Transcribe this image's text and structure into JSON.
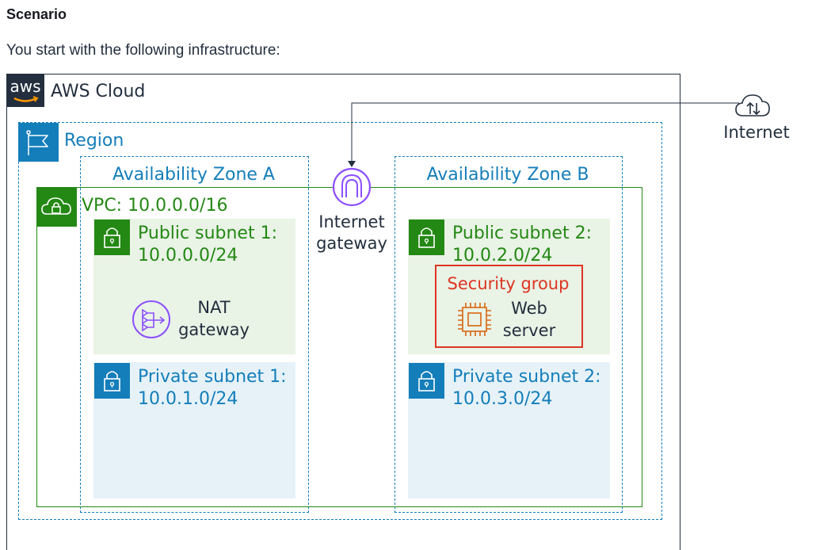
{
  "page": {
    "heading": "Scenario",
    "intro": "You start with the following infrastructure:"
  },
  "diagram": {
    "aws_logo_text": "aws",
    "aws_cloud_label": "AWS Cloud",
    "region_label": "Region",
    "az_a_label": "Availability Zone A",
    "az_b_label": "Availability Zone B",
    "vpc_label": "VPC: 10.0.0.0/16",
    "internet_gateway_line1": "Internet",
    "internet_gateway_line2": "gateway",
    "internet_label": "Internet",
    "public_subnet_1": {
      "name": "Public subnet 1:",
      "cidr": "10.0.0.0/24"
    },
    "public_subnet_2": {
      "name": "Public subnet 2:",
      "cidr": "10.0.2.0/24"
    },
    "private_subnet_1": {
      "name": "Private subnet 1:",
      "cidr": "10.0.1.0/24"
    },
    "private_subnet_2": {
      "name": "Private subnet 2:",
      "cidr": "10.0.3.0/24"
    },
    "nat_gateway_line1": "NAT",
    "nat_gateway_line2": "gateway",
    "security_group_label": "Security group",
    "web_server_line1": "Web",
    "web_server_line2": "server"
  },
  "colors": {
    "aws_dark": "#232f3e",
    "region_blue": "#147eba",
    "vpc_green": "#248814",
    "public_subnet_fill": "#e9f3e6",
    "private_subnet_fill": "#e6f2f8",
    "security_group_red": "#dd3522",
    "ec2_orange": "#d86613",
    "gateway_purple": "#8c4fff"
  },
  "icons": [
    "aws-logo-icon",
    "region-flag-icon",
    "vpc-cloud-lock-icon",
    "lock-icon",
    "internet-gateway-icon",
    "nat-gateway-icon",
    "ec2-chip-icon",
    "internet-cloud-icon"
  ]
}
